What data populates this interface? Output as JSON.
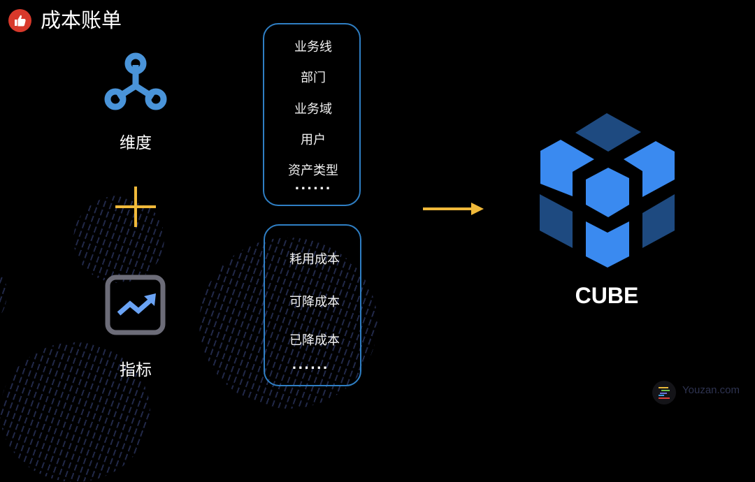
{
  "title": "成本账单",
  "title_icon": "thumbs-up-icon",
  "dimension": {
    "label": "维度",
    "icon": "node-graph-icon",
    "color": "#4a94d9"
  },
  "plus_icon": "plus-icon",
  "metric": {
    "label": "指标",
    "icon": "trending-up-icon",
    "color": "#6aa3f5",
    "frame_color": "#6c6c78"
  },
  "dimensions_list": {
    "items": [
      "业务线",
      "部门",
      "业务域",
      "用户",
      "资产类型"
    ],
    "more": "......"
  },
  "metrics_list": {
    "items": [
      "耗用成本",
      "可降成本",
      "已降成本"
    ],
    "more": "......"
  },
  "arrow_icon": "right-arrow-icon",
  "accent_color": "#f0b93a",
  "cube": {
    "label": "CUBE",
    "icon": "cube-icon",
    "light_color": "#3a8af0",
    "dark_color": "#1e4a80"
  },
  "watermark": {
    "text": "Youzan.com",
    "icon": "youzan-logo-icon"
  }
}
